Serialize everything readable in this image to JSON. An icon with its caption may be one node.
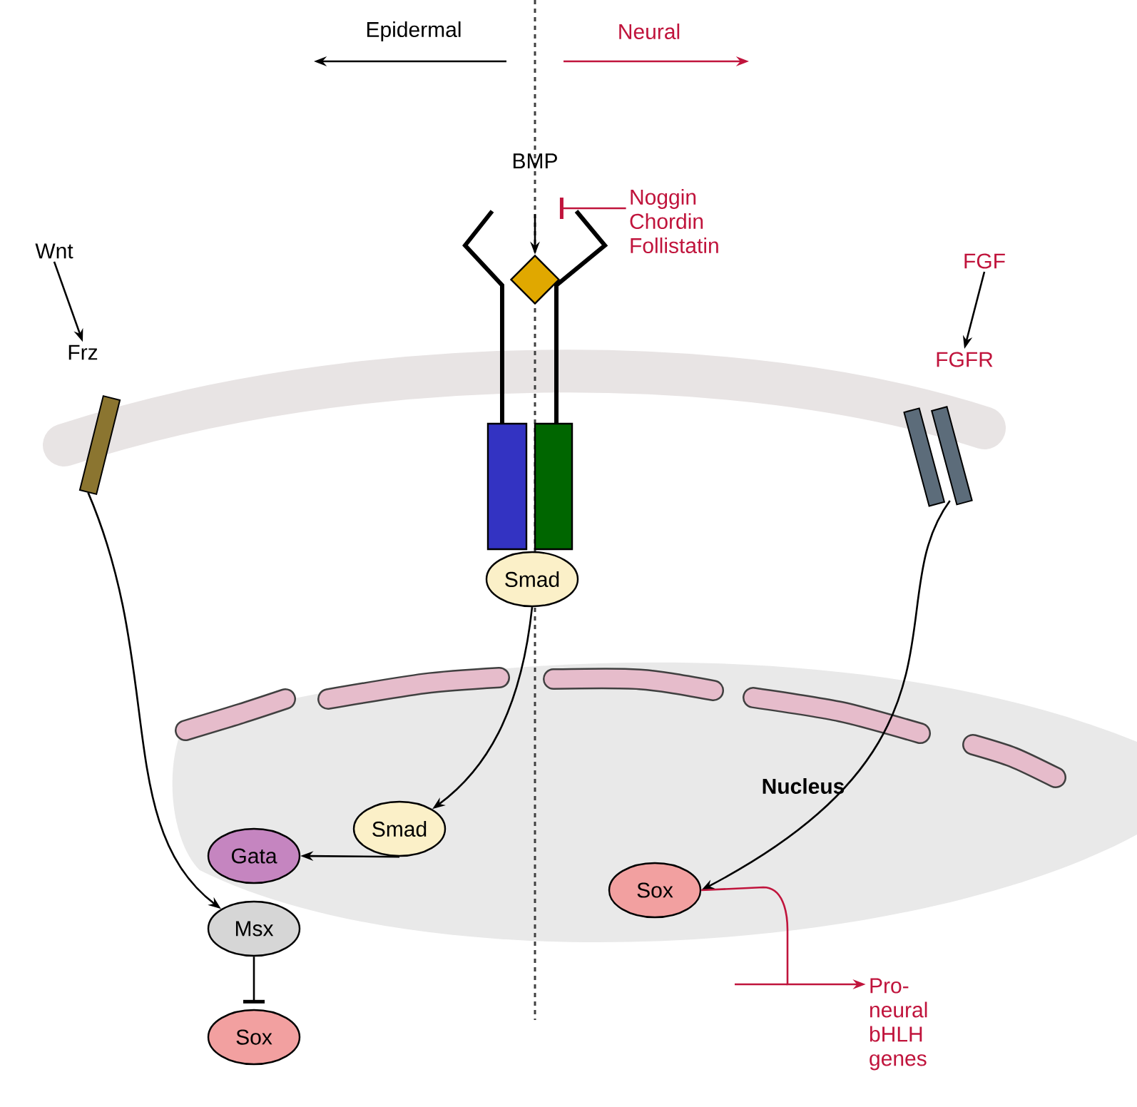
{
  "diagram": {
    "nodes": [
      {
        "text": [
          "BMP"
        ]
      },
      {
        "text": [
          "Noggin Chordin Follistatin"
        ]
      },
      {
        "text": [
          "Wnt"
        ]
      },
      {
        "text": [
          "FGF"
        ]
      },
      {
        "text": [],
        "shape": "diamond"
      },
      {
        "text": [
          "Frz"
        ]
      },
      {
        "text": [
          "FGFR"
        ]
      },
      {
        "text": [],
        "shape": "bar"
      },
      {
        "text": [],
        "shape": "bar"
      },
      {
        "text": [
          "Smad"
        ]
      },
      {
        "text": [
          "Smad"
        ]
      },
      {
        "text": [
          "Gata"
        ]
      },
      {
        "text": [
          "Sox"
        ]
      },
      {
        "text": [
          "Msx"
        ]
      },
      {
        "text": [
          "Sox"
        ]
      },
      {
        "text": [
          "Pro-neural bHLH genes"
        ]
      }
    ],
    "edges": [
      {
        "from": 0,
        "to": 4,
        "arrow": "to"
      },
      {
        "from": 1,
        "to": 0,
        "arrow": "other",
        "color": "#c0143c"
      },
      {
        "from": 2,
        "to": 5,
        "arrow": "to"
      },
      {
        "from": 3,
        "to": 6,
        "arrow": "to"
      },
      {
        "from": 7,
        "to": 13,
        "arrow": "to"
      },
      {
        "from": 9,
        "to": 10,
        "arrow": "to"
      },
      {
        "from": 10,
        "to": 11,
        "arrow": "to"
      },
      {
        "from": 8,
        "to": 12,
        "arrow": "to"
      },
      {
        "from": 13,
        "to": 14,
        "arrow": "other"
      },
      {
        "from": 12,
        "to": 15,
        "arrow": "to",
        "color": "#c0143c"
      }
    ],
    "labels": [
      "Epidermal",
      "Neural",
      "Nucleus"
    ]
  }
}
